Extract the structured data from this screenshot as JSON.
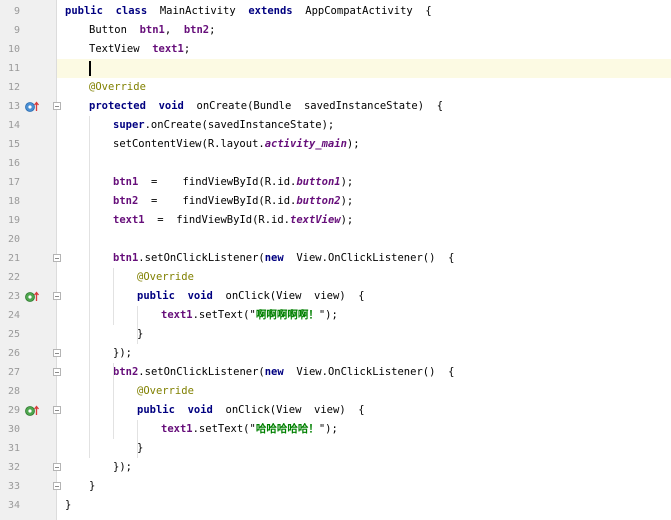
{
  "editor": {
    "caret_line": 11,
    "highlight_color": "#fcfae3",
    "colors": {
      "keyword": "#000080",
      "field": "#660e7a",
      "annotation": "#808000",
      "string": "#008000",
      "line_number": "#9a9a9a"
    },
    "lines": [
      {
        "number": "9",
        "indent": 0,
        "tokens": [
          [
            "kw",
            "public"
          ],
          [
            "",
            "  "
          ],
          [
            "kw",
            "class"
          ],
          [
            "",
            "  MainActivity  "
          ],
          [
            "kw",
            "extends"
          ],
          [
            "",
            "  AppCompatActivity  {"
          ]
        ]
      },
      {
        "number": "9",
        "indent": 1,
        "tokens": [
          [
            "",
            "Button  "
          ],
          [
            "fld",
            "btn1"
          ],
          [
            "",
            ",  "
          ],
          [
            "fld",
            "btn2"
          ],
          [
            "",
            ";"
          ]
        ]
      },
      {
        "number": "10",
        "indent": 1,
        "tokens": [
          [
            "",
            "TextView  "
          ],
          [
            "fld",
            "text1"
          ],
          [
            "",
            ";"
          ]
        ]
      },
      {
        "number": "11",
        "indent": 1,
        "tokens": []
      },
      {
        "number": "12",
        "indent": 1,
        "tokens": [
          [
            "ann",
            "@Override"
          ]
        ]
      },
      {
        "number": "13",
        "indent": 1,
        "marker": "override-up-icon",
        "fold": true,
        "tokens": [
          [
            "kw",
            "protected"
          ],
          [
            "",
            "  "
          ],
          [
            "kw",
            "void"
          ],
          [
            "",
            "  onCreate(Bundle  savedInstanceState)  {"
          ]
        ]
      },
      {
        "number": "14",
        "indent": 2,
        "tokens": [
          [
            "kw",
            "super"
          ],
          [
            "",
            ".onCreate(savedInstanceState);"
          ]
        ]
      },
      {
        "number": "15",
        "indent": 2,
        "tokens": [
          [
            "",
            "setContentView(R.layout."
          ],
          [
            "it",
            "activity_main"
          ],
          [
            "",
            ");"
          ]
        ]
      },
      {
        "number": "16",
        "indent": 2,
        "tokens": []
      },
      {
        "number": "17",
        "indent": 2,
        "tokens": [
          [
            "fld",
            "btn1"
          ],
          [
            "",
            "  =    findViewById(R.id."
          ],
          [
            "it",
            "button1"
          ],
          [
            "",
            ");"
          ]
        ]
      },
      {
        "number": "18",
        "indent": 2,
        "tokens": [
          [
            "fld",
            "btn2"
          ],
          [
            "",
            "  =    findViewById(R.id."
          ],
          [
            "it",
            "button2"
          ],
          [
            "",
            ");"
          ]
        ]
      },
      {
        "number": "19",
        "indent": 2,
        "tokens": [
          [
            "fld",
            "text1"
          ],
          [
            "",
            "  =  findViewById(R.id."
          ],
          [
            "it",
            "textView"
          ],
          [
            "",
            ");"
          ]
        ]
      },
      {
        "number": "20",
        "indent": 2,
        "tokens": []
      },
      {
        "number": "21",
        "indent": 2,
        "fold": true,
        "tokens": [
          [
            "fld",
            "btn1"
          ],
          [
            "",
            ".setOnClickListener("
          ],
          [
            "kw",
            "new"
          ],
          [
            "",
            "  View.OnClickListener()  {"
          ]
        ]
      },
      {
        "number": "22",
        "indent": 3,
        "tokens": [
          [
            "ann",
            "@Override"
          ]
        ]
      },
      {
        "number": "23",
        "indent": 3,
        "marker": "implement-up-icon",
        "fold": true,
        "tokens": [
          [
            "kw",
            "public"
          ],
          [
            "",
            "  "
          ],
          [
            "kw",
            "void"
          ],
          [
            "",
            "  onClick(View  view)  {"
          ]
        ]
      },
      {
        "number": "24",
        "indent": 4,
        "tokens": [
          [
            "fld",
            "text1"
          ],
          [
            "",
            ".setText(\""
          ],
          [
            "str",
            "啊啊啊啊啊！"
          ],
          [
            "",
            "\");"
          ]
        ]
      },
      {
        "number": "25",
        "indent": 3,
        "tokens": [
          [
            "",
            "}"
          ]
        ]
      },
      {
        "number": "26",
        "indent": 2,
        "fold": true,
        "tokens": [
          [
            "",
            "});"
          ]
        ]
      },
      {
        "number": "27",
        "indent": 2,
        "fold": true,
        "tokens": [
          [
            "fld",
            "btn2"
          ],
          [
            "",
            ".setOnClickListener("
          ],
          [
            "kw",
            "new"
          ],
          [
            "",
            "  View.OnClickListener()  {"
          ]
        ]
      },
      {
        "number": "28",
        "indent": 3,
        "tokens": [
          [
            "ann",
            "@Override"
          ]
        ]
      },
      {
        "number": "29",
        "indent": 3,
        "marker": "implement-up-icon",
        "fold": true,
        "tokens": [
          [
            "kw",
            "public"
          ],
          [
            "",
            "  "
          ],
          [
            "kw",
            "void"
          ],
          [
            "",
            "  onClick(View  view)  {"
          ]
        ]
      },
      {
        "number": "30",
        "indent": 4,
        "tokens": [
          [
            "fld",
            "text1"
          ],
          [
            "",
            ".setText(\""
          ],
          [
            "str",
            "哈哈哈哈哈！"
          ],
          [
            "",
            "\");"
          ]
        ]
      },
      {
        "number": "31",
        "indent": 3,
        "tokens": [
          [
            "",
            "}"
          ]
        ]
      },
      {
        "number": "32",
        "indent": 2,
        "fold": true,
        "tokens": [
          [
            "",
            "});"
          ]
        ]
      },
      {
        "number": "33",
        "indent": 1,
        "fold": true,
        "tokens": [
          [
            "",
            "}"
          ]
        ]
      },
      {
        "number": "34",
        "indent": 0,
        "tokens": [
          [
            "",
            "}"
          ]
        ]
      }
    ]
  }
}
